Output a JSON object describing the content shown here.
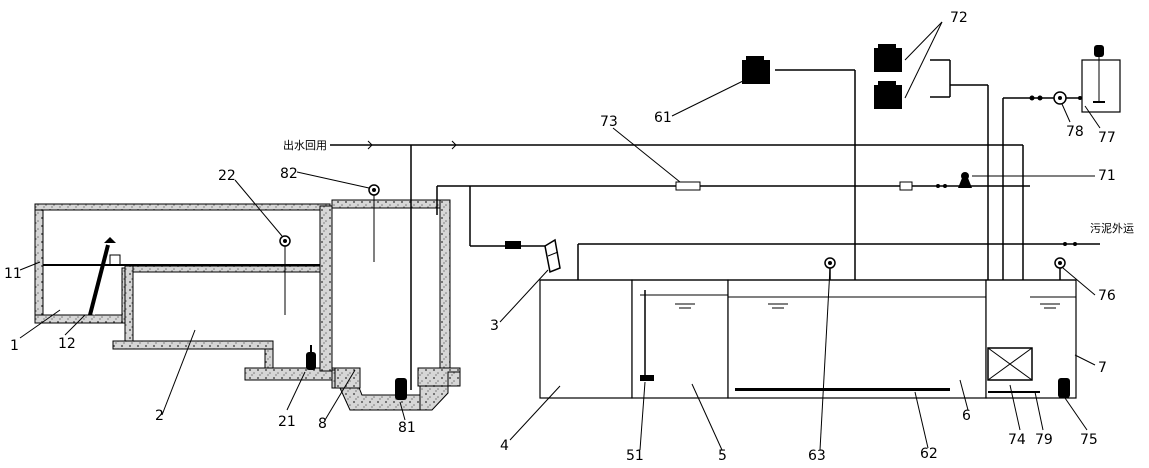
{
  "labels": {
    "l1": "1",
    "l2": "2",
    "l3": "3",
    "l4": "4",
    "l5": "5",
    "l6": "6",
    "l7": "7",
    "l8": "8",
    "l11": "11",
    "l12": "12",
    "l21": "21",
    "l22": "22",
    "l51": "51",
    "l61": "61",
    "l62": "62",
    "l63": "63",
    "l71": "71",
    "l72": "72",
    "l73": "73",
    "l74": "74",
    "l75": "75",
    "l76": "76",
    "l77": "77",
    "l78": "78",
    "l79": "79",
    "l81": "81",
    "l82": "82"
  },
  "pipe_labels": {
    "reuse_water": "出水回用",
    "sludge_out": "污泥外运"
  },
  "colors": {
    "line": "#000000",
    "concrete": "#cfcfcf"
  }
}
